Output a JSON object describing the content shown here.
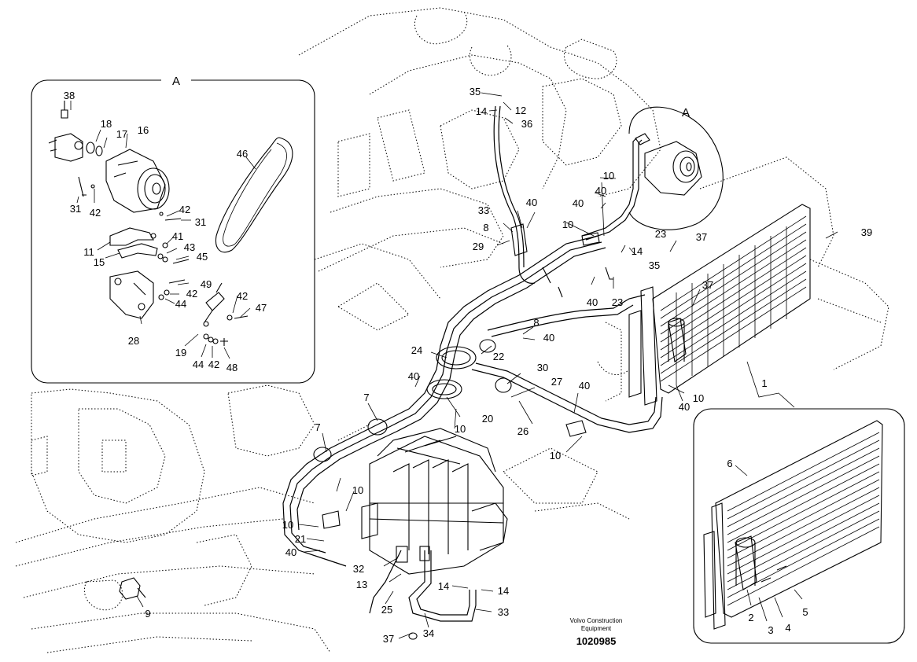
{
  "inset_a": {
    "title": "A",
    "labels": [
      "38",
      "18",
      "17",
      "16",
      "46",
      "31",
      "42",
      "42",
      "31",
      "11",
      "15",
      "41",
      "43",
      "45",
      "49",
      "42",
      "44",
      "42",
      "47",
      "28",
      "19",
      "44",
      "42",
      "48"
    ]
  },
  "main_callout": {
    "title": "A"
  },
  "main": {
    "labels": [
      "35",
      "14",
      "12",
      "36",
      "10",
      "40",
      "40",
      "40",
      "33",
      "8",
      "29",
      "10",
      "23",
      "37",
      "39",
      "14",
      "35",
      "40",
      "23",
      "37",
      "8",
      "40",
      "24",
      "22",
      "30",
      "27",
      "40",
      "40",
      "20",
      "10",
      "7",
      "7",
      "26",
      "10",
      "1",
      "10",
      "40",
      "10",
      "10",
      "21",
      "40",
      "32",
      "13",
      "14",
      "14",
      "33",
      "25",
      "34",
      "37",
      "9"
    ]
  },
  "inset_1": {
    "labels": [
      "6",
      "2",
      "3",
      "4",
      "5"
    ]
  },
  "footer": {
    "company_line1": "Volvo Construction",
    "company_line2": "Equipment",
    "drawing_number": "1020985"
  }
}
